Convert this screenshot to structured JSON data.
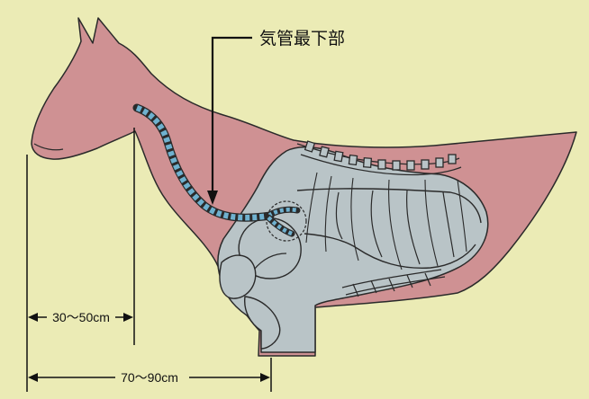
{
  "callout": {
    "label": "気管最下部"
  },
  "dimensions": {
    "short": "30～50cm",
    "long": "70～90cm"
  },
  "colors": {
    "background": "#ebebb5",
    "horse_body": "#cf9193",
    "organs": "#b9c4c7",
    "trachea_ring": "#6fb1cf",
    "outline": "#2a2a2a"
  }
}
